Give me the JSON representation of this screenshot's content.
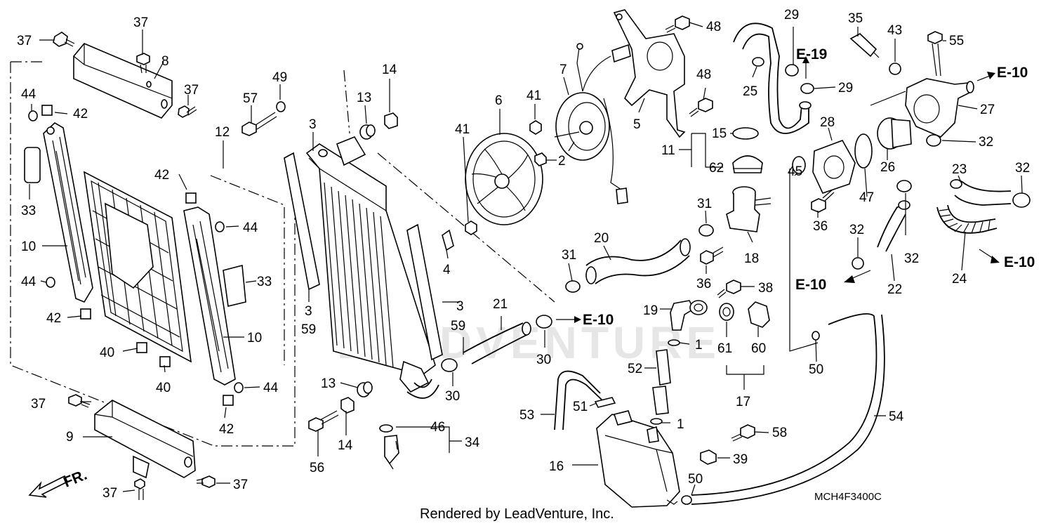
{
  "diagram": {
    "code": "MCH4F3400C",
    "credit": "Rendered by LeadVenture, Inc.",
    "watermark": "LEADVENTURE",
    "front_label": "FR.",
    "refs": {
      "e19": "E-19",
      "e10_a": "E-10",
      "e10_b": "E-10",
      "e10_c": "E-10",
      "e10_d": "E-10"
    },
    "callouts": {
      "c37a": "37",
      "c37b": "37",
      "c37c": "37",
      "c37d": "37",
      "c37e": "37",
      "c37f": "37",
      "c8": "8",
      "c44a": "44",
      "c44b": "44",
      "c44c": "44",
      "c44d": "44",
      "c42a": "42",
      "c42b": "42",
      "c42c": "42",
      "c42d": "42",
      "c33a": "33",
      "c33b": "33",
      "c10a": "10",
      "c10b": "10",
      "c12": "12",
      "c40a": "40",
      "c40b": "40",
      "c9": "9",
      "c49": "49",
      "c57": "57",
      "c3a": "3",
      "c3b": "3",
      "c3c": "3",
      "c59a": "59",
      "c59b": "59",
      "c13a": "13",
      "c13b": "13",
      "c14a": "14",
      "c14b": "14",
      "c4": "4",
      "c56": "56",
      "c6": "6",
      "c41a": "41",
      "c41b": "41",
      "c7": "7",
      "c2": "2",
      "c5": "5",
      "c48a": "48",
      "c48b": "48",
      "c21": "21",
      "c30a": "30",
      "c30b": "30",
      "c31a": "31",
      "c31b": "31",
      "c20": "20",
      "c46": "46",
      "c34": "34",
      "c15": "15",
      "c11": "11",
      "c62": "62",
      "c18": "18",
      "c36a": "36",
      "c36b": "36",
      "c19": "19",
      "c1a": "1",
      "c1b": "1",
      "c52": "52",
      "c51": "51",
      "c53": "53",
      "c16": "16",
      "c38": "38",
      "c61": "61",
      "c60": "60",
      "c17": "17",
      "c58": "58",
      "c39": "39",
      "c50a": "50",
      "c50b": "50",
      "c54": "54",
      "c29a": "29",
      "c29b": "29",
      "c25": "25",
      "c35": "35",
      "c43": "43",
      "c55": "55",
      "c27": "27",
      "c28": "28",
      "c26": "26",
      "c32a": "32",
      "c32b": "32",
      "c32c": "32",
      "c32d": "32",
      "c45": "45",
      "c47": "47",
      "c23": "23",
      "c22": "22",
      "c24": "24"
    }
  }
}
